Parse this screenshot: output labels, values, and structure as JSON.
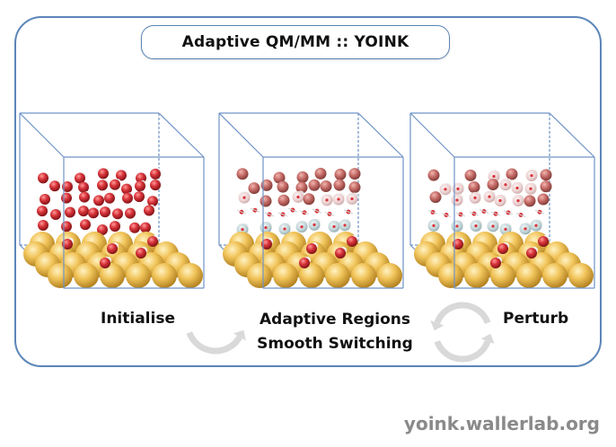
{
  "title": "Adaptive QM/MM :: YOINK",
  "panels": [
    {
      "id": "initialise",
      "label": "Initialise",
      "state": "all-explicit-water"
    },
    {
      "id": "adaptive",
      "label_line1": "Adaptive Regions",
      "label_line2": "Smooth  Switching",
      "state": "qm-buffer-mm-regions"
    },
    {
      "id": "perturb",
      "label": "Perturb",
      "state": "perturbed-regions"
    }
  ],
  "arrows": {
    "initialise_to_adaptive": "curved-arrow-right",
    "adaptive_perturb_cycle": "cycle-arrows"
  },
  "footer_url": "yoink.wallerlab.org",
  "colors": {
    "frame": "#5b85b8",
    "box_edge": "#6f93c6",
    "gold": "#e9b84a",
    "water_red": "#d8343a",
    "mm_salmon": "#c46a66",
    "buffer_pink": "#e8c8c8",
    "qm_grey": "#b9cdd0",
    "arrow_grey": "#d9d9d9",
    "footer_text": "#8a8a8a"
  }
}
